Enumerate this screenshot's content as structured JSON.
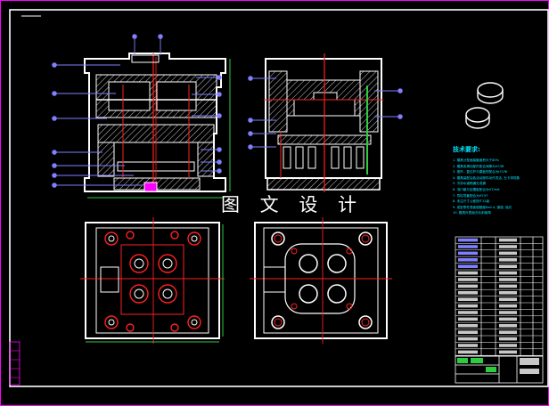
{
  "watermark_text": "图 文 设 计",
  "tech_notes": {
    "heading": "技术要求:",
    "lines": [
      "1. 模具分型面接触面积大于80%",
      "2. 模具各滑动部件配合间隙为H7/f6",
      "3. 推杆、复位杆与模板的配合为H7/f6",
      "4. 模具装配后各活动部件动作灵活, 无卡滞现象",
      "5. 冷却水道畅通无泄漏",
      "6. 浇口套与定模板配合为H7/m6",
      "7. 导柱导套配合为H7/f7",
      "8. 未注尺寸公差按IT12级",
      "9. 成型零件表面粗糙度Ra0.4, 镀铬, 抛光",
      "10. 模具外表面去毛刺倒角"
    ]
  },
  "colors": {
    "background": "#000000",
    "frame": "#ff00ff",
    "outline": "#ffffff",
    "centerline": "#ff2020",
    "leader": "#8080ff",
    "dimension": "#2ecc40",
    "notes": "#00e5ff",
    "hatch": "#c8c8c8"
  }
}
